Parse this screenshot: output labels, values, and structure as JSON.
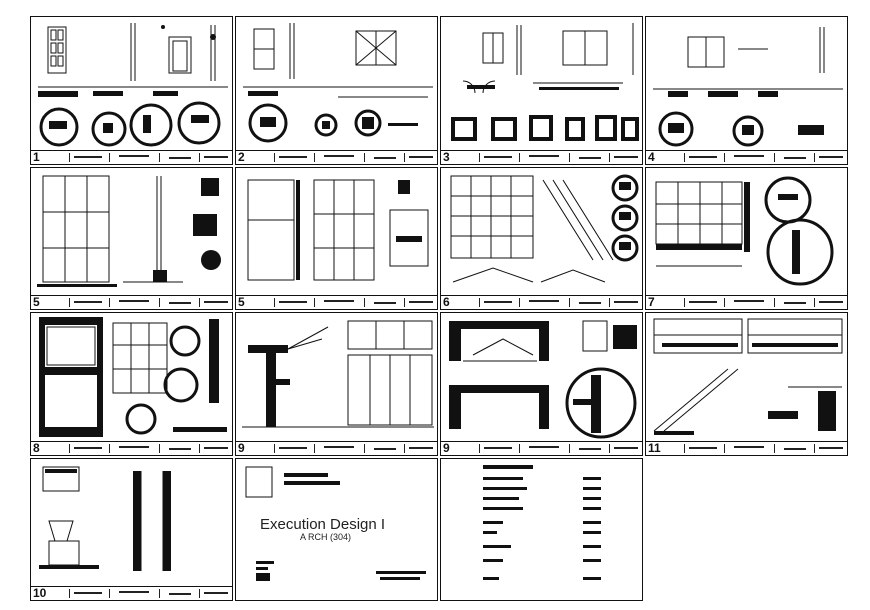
{
  "sheets": [
    {
      "number": "1"
    },
    {
      "number": "2"
    },
    {
      "number": "3"
    },
    {
      "number": "4"
    },
    {
      "number": "5"
    },
    {
      "number": "5"
    },
    {
      "number": "6"
    },
    {
      "number": "7"
    },
    {
      "number": "8"
    },
    {
      "number": "9"
    },
    {
      "number": "9"
    },
    {
      "number": "11"
    },
    {
      "number": "10"
    }
  ],
  "cover": {
    "title": "Execution Design I",
    "subtitle": "A RCH (304)"
  },
  "colors": {
    "line": "#111111",
    "paper": "#ffffff"
  }
}
